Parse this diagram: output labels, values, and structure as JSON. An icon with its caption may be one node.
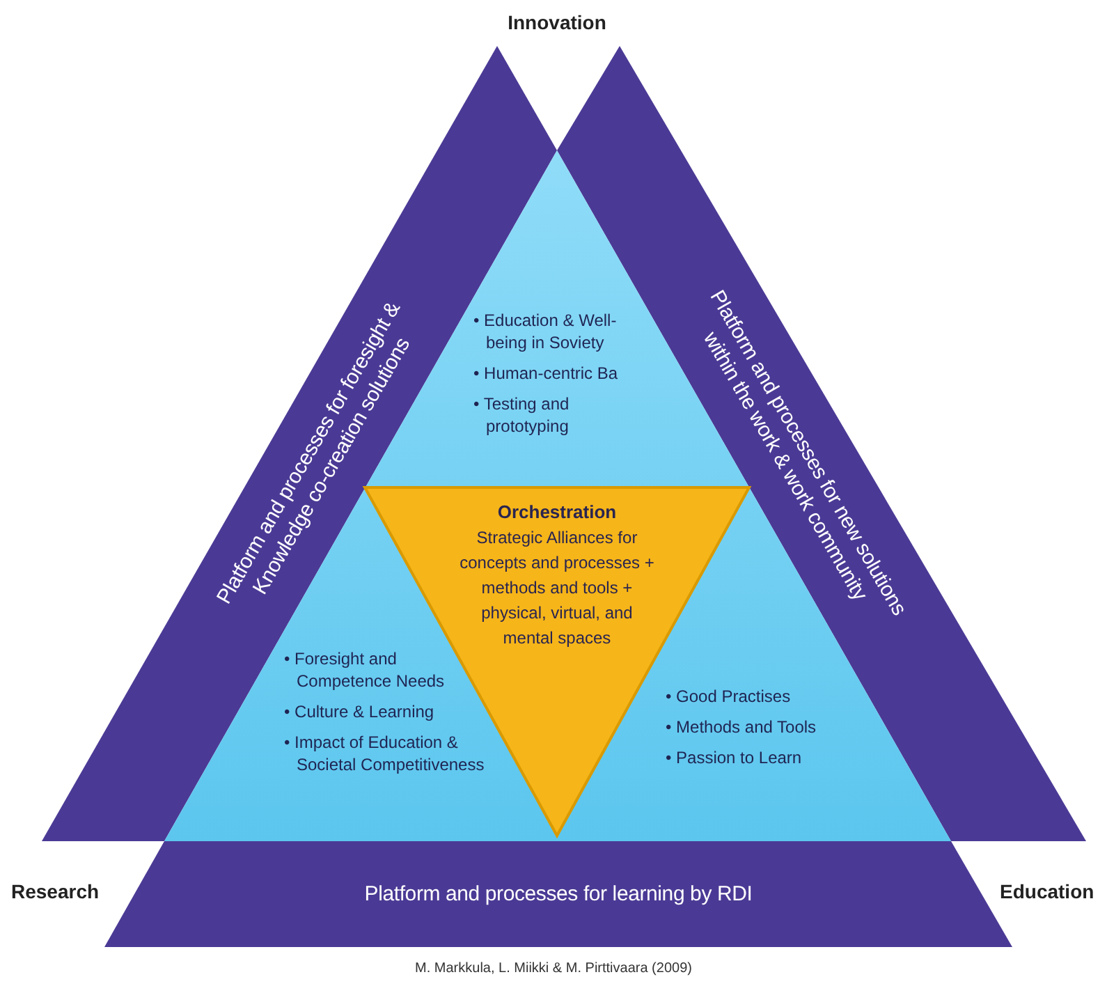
{
  "diagram": {
    "caption": "M. Markkula, L. Miikki & M. Pirttivaara (2009)",
    "nodes": [
      {
        "text": [
          "Platform and processes for foresight & Knowledge co-creation solutions"
        ]
      },
      {
        "text": [
          "Platform and processes for new solutions within the work & work community"
        ]
      },
      {
        "text": [
          "Platform and processes for learning by RDI"
        ]
      },
      {
        "text": [
          "• Education & Well-being in Soviety",
          "• Human-centric Ba",
          "• Testing and prototyping",
          "• Foresight and Competence Needs",
          "• Culture & Learning",
          "• Impact of Education & Societal Competitiveness",
          "• Good Practises",
          "• Methods and Tools",
          "• Passion to Learn"
        ]
      },
      {
        "text": [
          "Orchestration",
          "Strategic Alliances for concepts and processes + methods and tools + physical, virtual, and mental spaces"
        ],
        "in": 3
      }
    ],
    "labels": [
      "Innovation",
      "Research",
      "Education"
    ]
  }
}
